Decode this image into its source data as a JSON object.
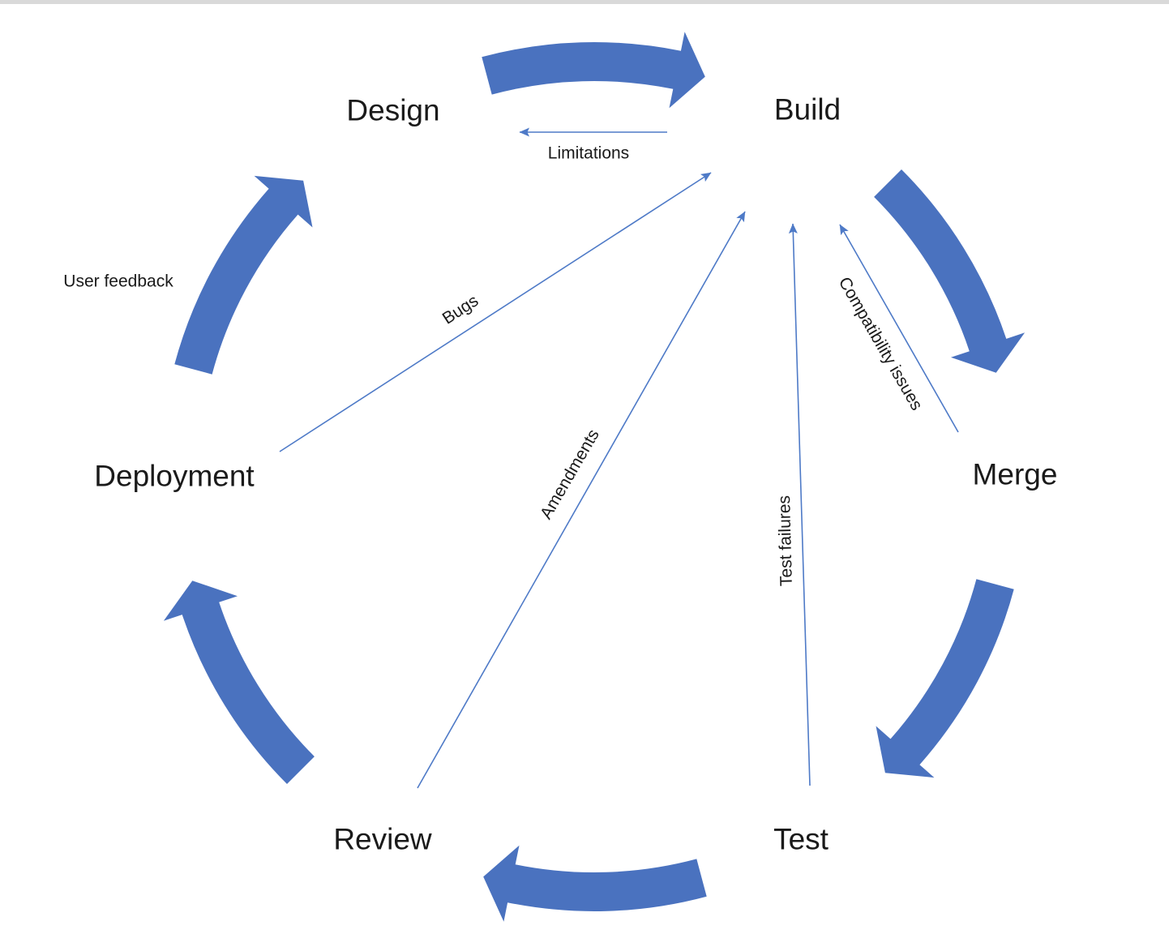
{
  "window": {
    "background": "#ffffff",
    "top_edge_color": "#d9d9d9"
  },
  "diagram": {
    "colors": {
      "block_arrow": "#4A72BF",
      "connector": "#4E7AC7",
      "text": "#1a1a1a"
    },
    "nodes": [
      {
        "id": "design",
        "label": "Design"
      },
      {
        "id": "build",
        "label": "Build"
      },
      {
        "id": "merge",
        "label": "Merge"
      },
      {
        "id": "test",
        "label": "Test"
      },
      {
        "id": "review",
        "label": "Review"
      },
      {
        "id": "deployment",
        "label": "Deployment"
      }
    ],
    "cycle_arrows": [
      {
        "from": "design",
        "to": "build"
      },
      {
        "from": "build",
        "to": "merge"
      },
      {
        "from": "merge",
        "to": "test"
      },
      {
        "from": "test",
        "to": "review"
      },
      {
        "from": "review",
        "to": "deployment"
      },
      {
        "from": "deployment",
        "to": "design",
        "label": "User feedback"
      }
    ],
    "feedback_arrows": [
      {
        "from": "build",
        "to": "design",
        "label": "Limitations"
      },
      {
        "from": "deployment",
        "to": "build",
        "label": "Bugs"
      },
      {
        "from": "review",
        "to": "build",
        "label": "Amendments"
      },
      {
        "from": "test",
        "to": "build",
        "label": "Test failures"
      },
      {
        "from": "merge",
        "to": "build",
        "label": "Compatibility issues"
      }
    ]
  }
}
